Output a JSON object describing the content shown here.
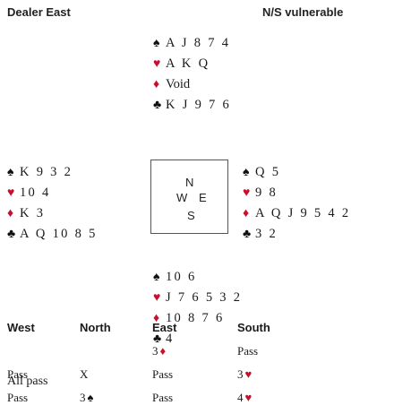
{
  "header": {
    "dealer": "Dealer East",
    "vulnerability": "N/S vulnerable"
  },
  "hands": {
    "north": {
      "spades": "A J 8 7 4",
      "hearts": "A K Q",
      "diamonds": "Void",
      "clubs": "K J 9 7 6"
    },
    "west": {
      "spades": "K 9 3 2",
      "hearts": "10 4",
      "diamonds": "K 3",
      "clubs": "A Q 10 8 5"
    },
    "east": {
      "spades": "Q 5",
      "hearts": "9 8",
      "diamonds": "A Q J 9 5 4 2",
      "clubs": "3 2"
    },
    "south": {
      "spades": "10 6",
      "hearts": "J 7 6 5 3 2",
      "diamonds": "10 8 7 6",
      "clubs": "4"
    }
  },
  "suit_symbols": {
    "spades": "♠",
    "hearts": "♥",
    "diamonds": "♦",
    "clubs": "♣"
  },
  "colors": {
    "black_suit": "#111111",
    "red_suit": "#c8102e"
  },
  "compass": {
    "n": "N",
    "w": "W",
    "e": "E",
    "s": "S"
  },
  "auction": {
    "headers": [
      "West",
      "North",
      "East",
      "South"
    ],
    "rows": [
      [
        {
          "level": "",
          "suit": ""
        },
        {
          "level": "",
          "suit": ""
        },
        {
          "level": "3",
          "suit": "diamonds"
        },
        {
          "level": "Pass",
          "suit": ""
        }
      ],
      [
        {
          "level": "Pass",
          "suit": ""
        },
        {
          "level": "X",
          "suit": ""
        },
        {
          "level": "Pass",
          "suit": ""
        },
        {
          "level": "3",
          "suit": "hearts"
        }
      ],
      [
        {
          "level": "Pass",
          "suit": ""
        },
        {
          "level": "3",
          "suit": "spades"
        },
        {
          "level": "Pass",
          "suit": ""
        },
        {
          "level": "4",
          "suit": "hearts"
        }
      ]
    ],
    "final": "All pass"
  }
}
